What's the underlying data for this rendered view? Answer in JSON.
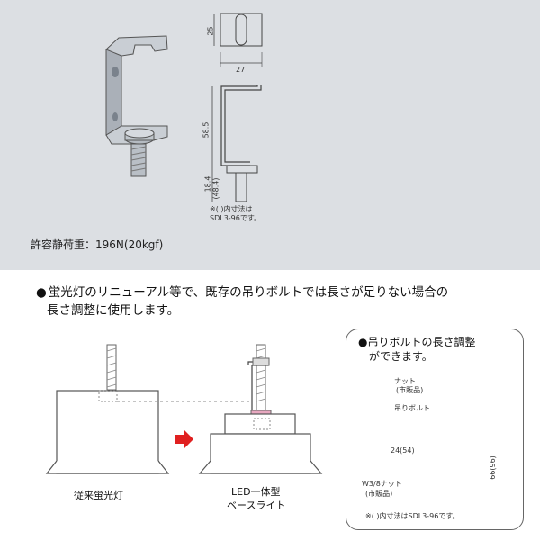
{
  "product_top": {
    "dimensions": {
      "width_top": "25",
      "width_side": "27",
      "height_main": "58.5",
      "height_lower": "18.4",
      "height_lower_alt": "(48.4)"
    },
    "note_line1": "※( )内寸法は",
    "note_line2": "SDL3-96です。",
    "load_label": "許容静荷重：196N(20kgf)"
  },
  "description": {
    "bullet": "●",
    "line1": "蛍光灯のリニューアル等で、既存の吊りボルトでは長さが足りない場合の",
    "line2": "長さ調整に使用します。"
  },
  "illustration": {
    "label_old": "従来蛍光灯",
    "label_led_line1": "LED一体型",
    "label_led_line2": "ベースライト"
  },
  "callout": {
    "bullet": "●",
    "title_line1": "吊りボルトの長さ調整",
    "title_line2": "ができます。",
    "label_nut": "ナット",
    "label_nut_sub": "(市販品)",
    "label_bolt": "吊りボルト",
    "dim_24": "24(54)",
    "dim_66": "66(96)",
    "label_w38": "W3/8ナット",
    "label_w38_sub": "(市販品)",
    "note": "※( )内寸法はSDL3-96です。"
  },
  "colors": {
    "panel_bg": "#dcdfe3",
    "arrow": "#e02020",
    "nut_pink": "#e8a8c0",
    "metal": "#c9ced4"
  }
}
